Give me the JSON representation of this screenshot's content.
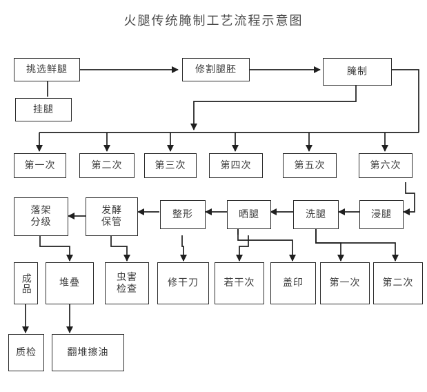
{
  "diagram": {
    "title": "火腿传统腌制工艺流程示意图",
    "type": "flowchart",
    "colors": {
      "stroke": "#2b2b2b",
      "text": "#3b3b3b",
      "background": "#ffffff",
      "title": "#4a4a4a"
    },
    "nodes": {
      "pick": "挑选鲜腿",
      "hang": "挂腿",
      "trim": "修割腿胚",
      "cure": "腌制",
      "salt1": "第一次",
      "salt2": "第二次",
      "salt3": "第三次",
      "salt4": "第四次",
      "salt5": "第五次",
      "salt6": "第六次",
      "grade_l1": "落架",
      "grade_l2": "分级",
      "ferment_l1": "发酵",
      "ferment_l2": "保管",
      "shape": "整形",
      "sun": "晒腿",
      "wash": "洗腿",
      "soak": "浸腿",
      "product": "成品",
      "stack": "堆叠",
      "pest_l1": "虫害",
      "pest_l2": "检查",
      "dryknife": "修干刀",
      "several": "若干次",
      "stamp": "盖印",
      "wash1": "第一次",
      "wash2": "第二次",
      "qc": "质检",
      "turnoil": "翻堆擦油"
    },
    "edges": [
      {
        "from": "pick",
        "to": "trim",
        "label": ""
      },
      {
        "from": "pick",
        "to": "hang",
        "label": ""
      },
      {
        "from": "trim",
        "to": "cure",
        "label": ""
      },
      {
        "from": "cure",
        "to": "salt-bus",
        "label": ""
      },
      {
        "from": "salt-bus",
        "to": "salt1",
        "label": ""
      },
      {
        "from": "salt-bus",
        "to": "salt2",
        "label": ""
      },
      {
        "from": "salt-bus",
        "to": "salt3",
        "label": ""
      },
      {
        "from": "salt-bus",
        "to": "salt4",
        "label": ""
      },
      {
        "from": "salt-bus",
        "to": "salt5",
        "label": ""
      },
      {
        "from": "salt-bus",
        "to": "salt6",
        "label": ""
      },
      {
        "from": "salt6",
        "to": "soak",
        "label": ""
      },
      {
        "from": "soak",
        "to": "wash",
        "label": ""
      },
      {
        "from": "wash",
        "to": "sun",
        "label": ""
      },
      {
        "from": "sun",
        "to": "shape",
        "label": ""
      },
      {
        "from": "shape",
        "to": "ferment",
        "label": ""
      },
      {
        "from": "ferment",
        "to": "grade",
        "label": ""
      },
      {
        "from": "grade",
        "to": "stack",
        "label": ""
      },
      {
        "from": "ferment",
        "to": "pest",
        "label": ""
      },
      {
        "from": "shape",
        "to": "dryknife",
        "label": ""
      },
      {
        "from": "sun",
        "to": "several",
        "label": ""
      },
      {
        "from": "sun",
        "to": "stamp",
        "label": ""
      },
      {
        "from": "wash",
        "to": "wash1",
        "label": ""
      },
      {
        "from": "wash",
        "to": "wash2",
        "label": ""
      },
      {
        "from": "product",
        "to": "qc",
        "label": ""
      },
      {
        "from": "stack",
        "to": "turnoil",
        "label": ""
      }
    ]
  }
}
